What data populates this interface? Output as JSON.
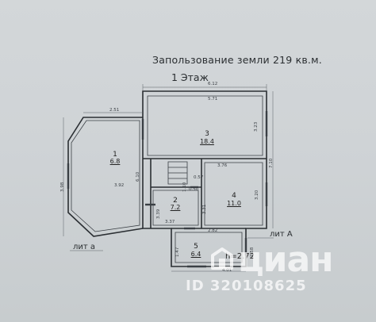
{
  "plan": {
    "title": "Запользование земли 219 кв.м.",
    "floor": "1 Этаж",
    "height": "h=2.72"
  },
  "rooms": [
    {
      "num": "1",
      "area": "6.8"
    },
    {
      "num": "2",
      "area": "7.2"
    },
    {
      "num": "3",
      "area": "18.4"
    },
    {
      "num": "4",
      "area": "11.0"
    },
    {
      "num": "5",
      "area": "6.4"
    }
  ],
  "dimensions": {
    "top_outer": "6.12",
    "top_inner": "5.71",
    "room1_top": "2.51",
    "room1_left": "3.98",
    "room1_inner": "3.92",
    "room1_right": "6.10",
    "room3_right": "3.23",
    "right_outer": "7.10",
    "room4_top": "3.76",
    "stair_w": "0.57",
    "stair_h": "0.50",
    "stair_v": "1.10",
    "room4_right": "3.20",
    "room2_left": "3.39",
    "room2_right": "3.31",
    "room2_bottom": "3.37",
    "room5_top": "2.82",
    "room5_left": "1.47",
    "room5_right": "2.58",
    "room5_bottom": "4.01"
  },
  "labels": {
    "side_a": "лит а",
    "side_A": "лит А"
  },
  "watermark": {
    "brand": "циан",
    "id": "ID 320108625"
  }
}
